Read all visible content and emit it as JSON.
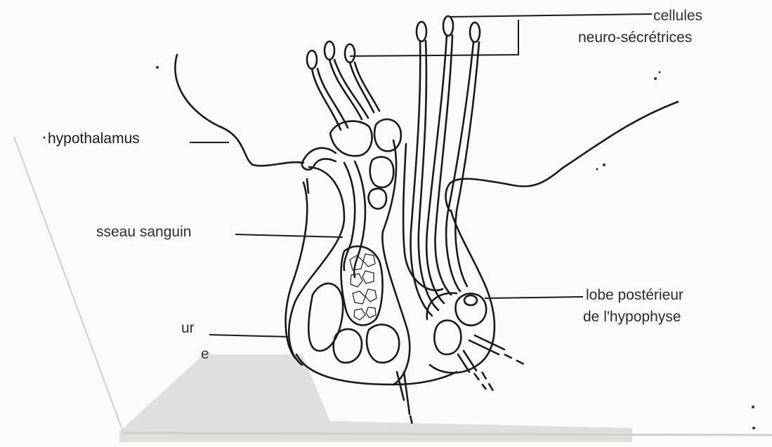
{
  "labels": {
    "cellules": "cellules",
    "neuro_secretrices": "neuro-sécrétrices",
    "hypothalamus": "hypothalamus",
    "vaisseau_sanguin": "sseau sanguin",
    "lobe_posterieur_line1": "lobe postérieur",
    "lobe_posterieur_line2": "de l'hypophyse",
    "lobe_anterieur_line1_fragment": "ur",
    "lobe_anterieur_line2_fragment": "e"
  },
  "colors": {
    "ink": "#1a1a1a",
    "paper": "#fbfbf9",
    "shadow": "#b8b8b3"
  }
}
